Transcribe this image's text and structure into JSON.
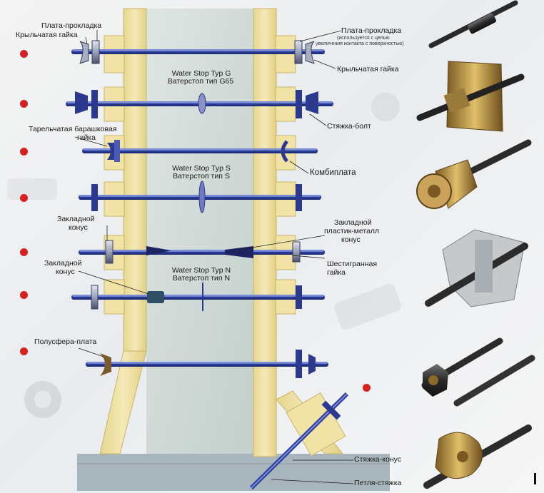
{
  "colors": {
    "accent_red": "#d8211f",
    "rod_blue": "#2f3f9e",
    "timber": "#efe1a2",
    "concrete": "#cfd8d6",
    "floor_slab": "#a9b5bc"
  },
  "labels": {
    "top_left_plate": "Плата-прокладка",
    "top_left_wingnut": "Крыльчатая гайка",
    "top_right_plate": "Плата-прокладка",
    "top_right_note_1": "(используется с целью",
    "top_right_note_2": "увеличения контакта с поверхностью)",
    "right_wingnut": "Крыльчатая гайка",
    "ws_g_en": "Water Stop Typ G",
    "ws_g_ru": "Ватерстоп тип G65",
    "tie_bolt": "Стяжка-болт",
    "plate_wingnut_1": "Тарельчатая барашковая",
    "plate_wingnut_2": "гайка",
    "combiplate": "Комбиплата",
    "ws_s_en": "Water Stop Typ S",
    "ws_s_ru": "Ватерстоп тип S",
    "cone_left_1": "Закладной",
    "cone_left_2": "конус",
    "cone_plastic_1": "Закладной",
    "cone_plastic_2": "пластик-металл",
    "cone_plastic_3": "конус",
    "hex_nut_1": "Шестигранная",
    "hex_nut_2": "гайка",
    "cone_left_b_1": "Закладной",
    "cone_left_b_2": "конус",
    "ws_n_en": "Water Stop Typ N",
    "ws_n_ru": "Ватерстоп тип N",
    "hemisphere_plate": "Полусфера-плата",
    "tie_cone": "Стяжка-конус",
    "loop_tie": "Петля-стяжка"
  },
  "markers": {
    "rows": [
      "row-1",
      "row-2",
      "row-3",
      "row-4",
      "row-5",
      "row-6",
      "row-7"
    ],
    "extra": "row-8"
  },
  "photos": [
    "coupler",
    "anchor-plate-wingnut",
    "cone-hex-nut",
    "combiplate",
    "hex-nut-rod",
    "wing-nut-rod"
  ]
}
